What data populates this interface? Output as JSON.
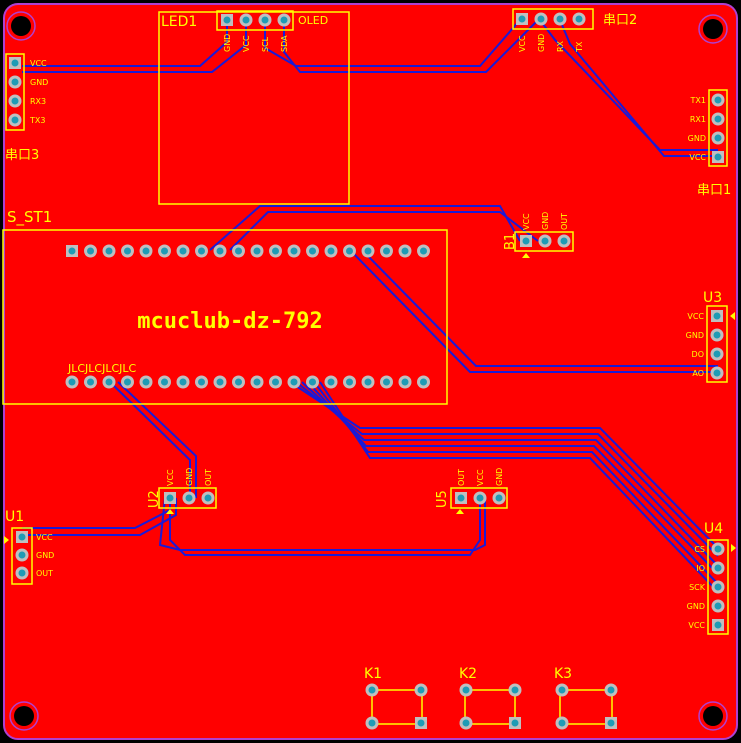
{
  "colors": {
    "board": "#ff0000",
    "outline": "#b040d0",
    "silkscreen": "#ffff00",
    "trace": "#1a1ad8",
    "pad": "#bfbfbf",
    "drill": "#1f9bb5",
    "hole": "#000000"
  },
  "board": {
    "title": "mcuclub-dz-792",
    "jlc_mark": "JLCJLCJLCJLC"
  },
  "components": {
    "led1": {
      "designator": "LED1",
      "label": "OLED",
      "pins": [
        "GND",
        "VCC",
        "SCL",
        "SDA"
      ]
    },
    "uart2": {
      "designator": "串口2",
      "pins": [
        "VCC",
        "GND",
        "RX",
        "TX"
      ]
    },
    "uart3": {
      "designator": "串口3",
      "pins": [
        "VCC",
        "GND",
        "RX3",
        "TX3"
      ]
    },
    "uart1": {
      "designator": "串口1",
      "pins": [
        "TX1",
        "RX1",
        "GND",
        "VCC"
      ]
    },
    "mcu": {
      "designator": "S_ST1"
    },
    "b1": {
      "designator": "B1",
      "pins": [
        "VCC",
        "GND",
        "OUT"
      ]
    },
    "u3": {
      "designator": "U3",
      "pins": [
        "VCC",
        "GND",
        "DO",
        "AO"
      ]
    },
    "u1": {
      "designator": "U1",
      "pins": [
        "VCC",
        "GND",
        "OUT"
      ]
    },
    "u2": {
      "designator": "U2",
      "pins": [
        "VCC",
        "GND",
        "OUT"
      ]
    },
    "u5": {
      "designator": "U5",
      "pins": [
        "OUT",
        "VCC",
        "GND"
      ]
    },
    "u4": {
      "designator": "U4",
      "pins": [
        "CS",
        "IO",
        "SCK",
        "GND",
        "VCC"
      ]
    },
    "k1": {
      "designator": "K1"
    },
    "k2": {
      "designator": "K2"
    },
    "k3": {
      "designator": "K3"
    }
  }
}
